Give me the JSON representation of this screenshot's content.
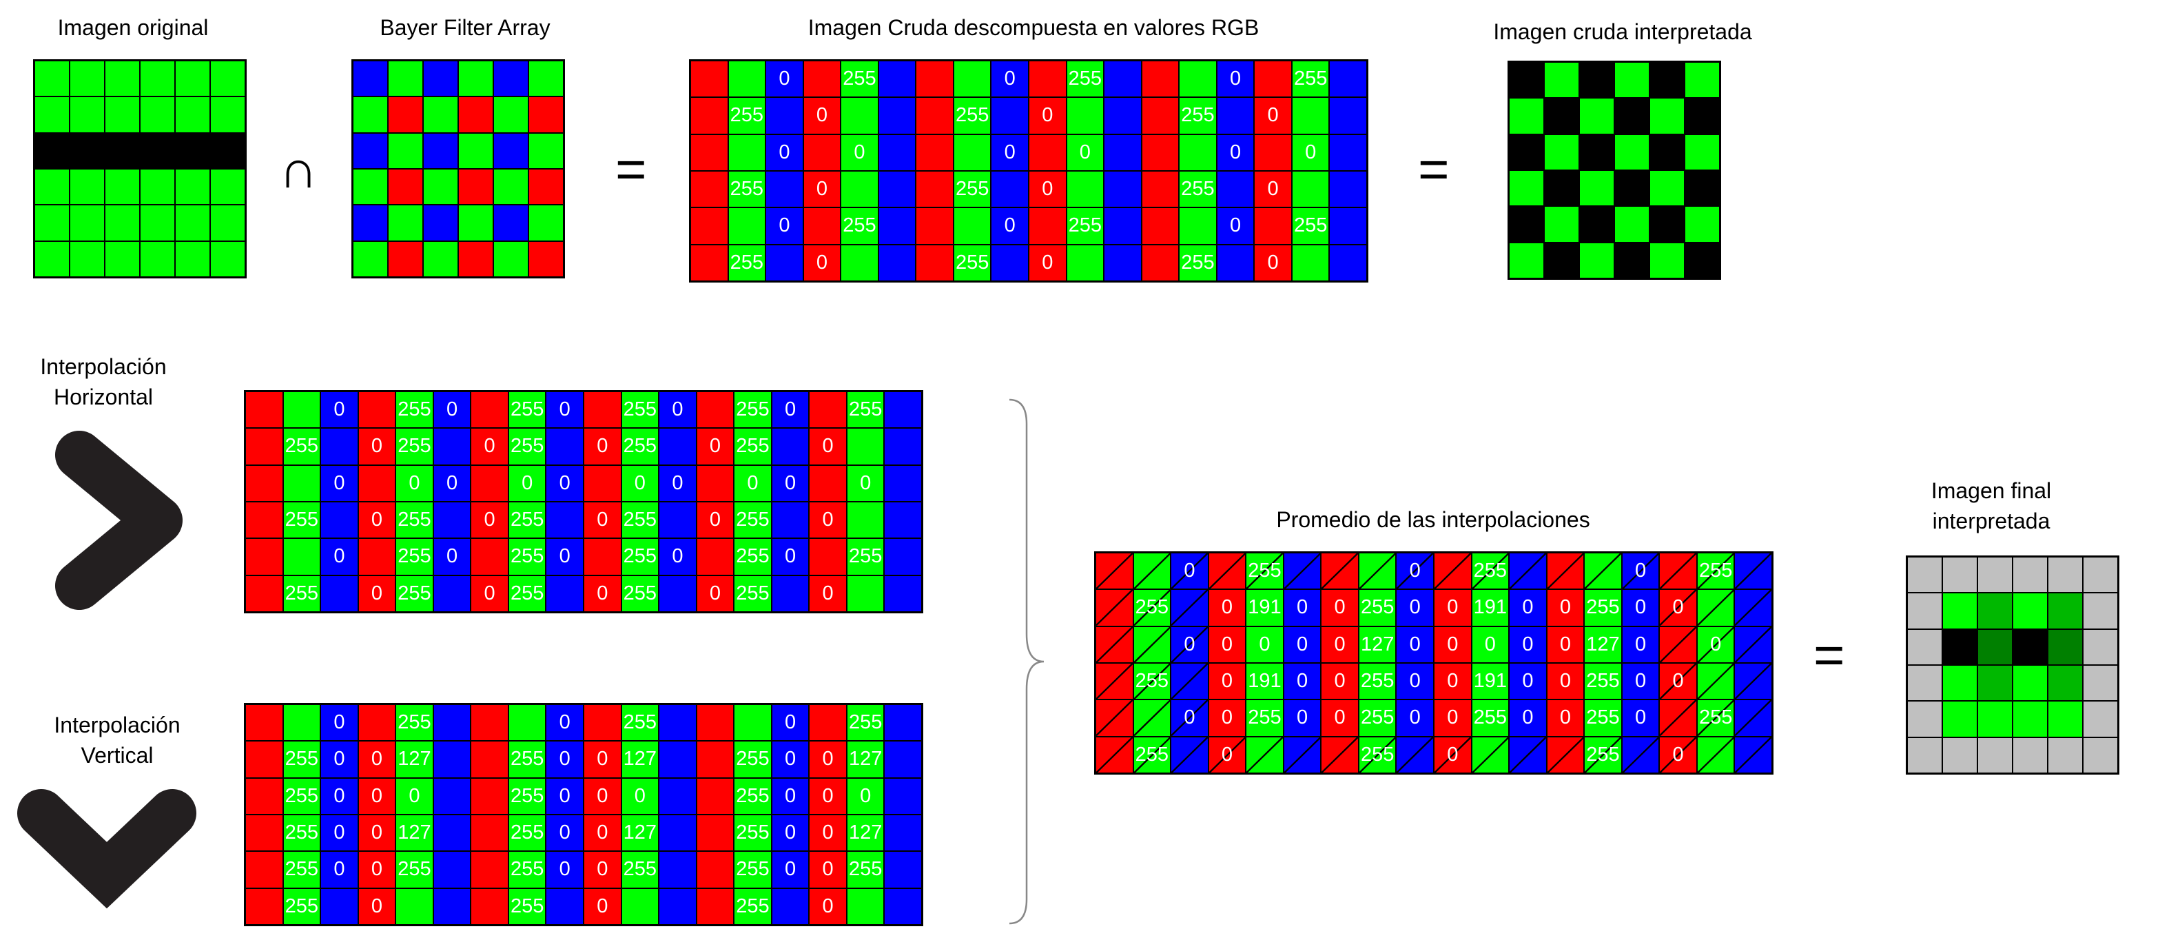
{
  "colors": {
    "R": "#ff0000",
    "G": "#00ff00",
    "B": "#0000ff",
    "K": "#000000",
    "S": "#c0c0c0",
    "g": "#00b800",
    "d": "#008000"
  },
  "titles": {
    "original": "Imagen original",
    "bayer": "Bayer Filter Array",
    "raw": "Imagen Cruda descompuesta en valores RGB",
    "raw_interp": "Imagen cruda interpretada",
    "horiz": "Interpolación\nHorizontal",
    "vert": "Interpolación\nVertical",
    "avg": "Promedio de las interpolaciones",
    "final": "Imagen final\ninterpretada"
  },
  "operators": {
    "intersect": "∩",
    "eq1": "=",
    "eq2": "=",
    "eq3": "="
  },
  "grids": {
    "original": {
      "rows": [
        [
          "G",
          "G",
          "G",
          "G",
          "G",
          "G"
        ],
        [
          "G",
          "G",
          "G",
          "G",
          "G",
          "G"
        ],
        [
          "K",
          "K",
          "K",
          "K",
          "K",
          "K"
        ],
        [
          "G",
          "G",
          "G",
          "G",
          "G",
          "G"
        ],
        [
          "G",
          "G",
          "G",
          "G",
          "G",
          "G"
        ],
        [
          "G",
          "G",
          "G",
          "G",
          "G",
          "G"
        ]
      ]
    },
    "bayer": {
      "rows": [
        [
          "B",
          "G",
          "B",
          "G",
          "B",
          "G"
        ],
        [
          "G",
          "R",
          "G",
          "R",
          "G",
          "R"
        ],
        [
          "B",
          "G",
          "B",
          "G",
          "B",
          "G"
        ],
        [
          "G",
          "R",
          "G",
          "R",
          "G",
          "R"
        ],
        [
          "B",
          "G",
          "B",
          "G",
          "B",
          "G"
        ],
        [
          "G",
          "R",
          "G",
          "R",
          "G",
          "R"
        ]
      ]
    },
    "raw": {
      "rows": [
        [
          "R",
          "G",
          "B:0",
          "R",
          "G:255",
          "B",
          "R",
          "G",
          "B:0",
          "R",
          "G:255",
          "B",
          "R",
          "G",
          "B:0",
          "R",
          "G:255",
          "B"
        ],
        [
          "R",
          "G:255",
          "B",
          "R:0",
          "G",
          "B",
          "R",
          "G:255",
          "B",
          "R:0",
          "G",
          "B",
          "R",
          "G:255",
          "B",
          "R:0",
          "G",
          "B"
        ],
        [
          "R",
          "G",
          "B:0",
          "R",
          "G:0",
          "B",
          "R",
          "G",
          "B:0",
          "R",
          "G:0",
          "B",
          "R",
          "G",
          "B:0",
          "R",
          "G:0",
          "B"
        ],
        [
          "R",
          "G:255",
          "B",
          "R:0",
          "G",
          "B",
          "R",
          "G:255",
          "B",
          "R:0",
          "G",
          "B",
          "R",
          "G:255",
          "B",
          "R:0",
          "G",
          "B"
        ],
        [
          "R",
          "G",
          "B:0",
          "R",
          "G:255",
          "B",
          "R",
          "G",
          "B:0",
          "R",
          "G:255",
          "B",
          "R",
          "G",
          "B:0",
          "R",
          "G:255",
          "B"
        ],
        [
          "R",
          "G:255",
          "B",
          "R:0",
          "G",
          "B",
          "R",
          "G:255",
          "B",
          "R:0",
          "G",
          "B",
          "R",
          "G:255",
          "B",
          "R:0",
          "G",
          "B"
        ]
      ]
    },
    "raw_interp": {
      "rows": [
        [
          "K",
          "G",
          "K",
          "G",
          "K",
          "G"
        ],
        [
          "G",
          "K",
          "G",
          "K",
          "G",
          "K"
        ],
        [
          "K",
          "G",
          "K",
          "G",
          "K",
          "G"
        ],
        [
          "G",
          "K",
          "G",
          "K",
          "G",
          "K"
        ],
        [
          "K",
          "G",
          "K",
          "G",
          "K",
          "G"
        ],
        [
          "G",
          "K",
          "G",
          "K",
          "G",
          "K"
        ]
      ]
    },
    "horiz": {
      "rows": [
        [
          "R",
          "G",
          "B:0",
          "R",
          "G:255",
          "B:0",
          "R",
          "G:255",
          "B:0",
          "R",
          "G:255",
          "B:0",
          "R",
          "G:255",
          "B:0",
          "R",
          "G:255",
          "B"
        ],
        [
          "R",
          "G:255",
          "B",
          "R:0",
          "G:255",
          "B",
          "R:0",
          "G:255",
          "B",
          "R:0",
          "G:255",
          "B",
          "R:0",
          "G:255",
          "B",
          "R:0",
          "G",
          "B"
        ],
        [
          "R",
          "G",
          "B:0",
          "R",
          "G:0",
          "B:0",
          "R",
          "G:0",
          "B:0",
          "R",
          "G:0",
          "B:0",
          "R",
          "G:0",
          "B:0",
          "R",
          "G:0",
          "B"
        ],
        [
          "R",
          "G:255",
          "B",
          "R:0",
          "G:255",
          "B",
          "R:0",
          "G:255",
          "B",
          "R:0",
          "G:255",
          "B",
          "R:0",
          "G:255",
          "B",
          "R:0",
          "G",
          "B"
        ],
        [
          "R",
          "G",
          "B:0",
          "R",
          "G:255",
          "B:0",
          "R",
          "G:255",
          "B:0",
          "R",
          "G:255",
          "B:0",
          "R",
          "G:255",
          "B:0",
          "R",
          "G:255",
          "B"
        ],
        [
          "R",
          "G:255",
          "B",
          "R:0",
          "G:255",
          "B",
          "R:0",
          "G:255",
          "B",
          "R:0",
          "G:255",
          "B",
          "R:0",
          "G:255",
          "B",
          "R:0",
          "G",
          "B"
        ]
      ]
    },
    "vert": {
      "rows": [
        [
          "R",
          "G",
          "B:0",
          "R",
          "G:255",
          "B",
          "R",
          "G",
          "B:0",
          "R",
          "G:255",
          "B",
          "R",
          "G",
          "B:0",
          "R",
          "G:255",
          "B"
        ],
        [
          "R",
          "G:255",
          "B:0",
          "R:0",
          "G:127",
          "B",
          "R",
          "G:255",
          "B:0",
          "R:0",
          "G:127",
          "B",
          "R",
          "G:255",
          "B:0",
          "R:0",
          "G:127",
          "B"
        ],
        [
          "R",
          "G:255",
          "B:0",
          "R:0",
          "G:0",
          "B",
          "R",
          "G:255",
          "B:0",
          "R:0",
          "G:0",
          "B",
          "R",
          "G:255",
          "B:0",
          "R:0",
          "G:0",
          "B"
        ],
        [
          "R",
          "G:255",
          "B:0",
          "R:0",
          "G:127",
          "B",
          "R",
          "G:255",
          "B:0",
          "R:0",
          "G:127",
          "B",
          "R",
          "G:255",
          "B:0",
          "R:0",
          "G:127",
          "B"
        ],
        [
          "R",
          "G:255",
          "B:0",
          "R:0",
          "G:255",
          "B",
          "R",
          "G:255",
          "B:0",
          "R:0",
          "G:255",
          "B",
          "R",
          "G:255",
          "B:0",
          "R:0",
          "G:255",
          "B"
        ],
        [
          "R",
          "G:255",
          "B",
          "R:0",
          "G",
          "B",
          "R",
          "G:255",
          "B",
          "R:0",
          "G",
          "B",
          "R",
          "G:255",
          "B",
          "R:0",
          "G",
          "B"
        ]
      ]
    },
    "avg": {
      "rows": [
        [
          "R/",
          "G/",
          "B/:0",
          "R/",
          "G/:255",
          "B/",
          "R/",
          "G/",
          "B/:0",
          "R/",
          "G/:255",
          "B/",
          "R/",
          "G/",
          "B/:0",
          "R/",
          "G/:255",
          "B/"
        ],
        [
          "R/",
          "G/:255",
          "B/",
          "R:0",
          "G:191",
          "B:0",
          "R:0",
          "G:255",
          "B:0",
          "R:0",
          "G:191",
          "B:0",
          "R:0",
          "G:255",
          "B:0",
          "R/:0",
          "G/",
          "B/"
        ],
        [
          "R/",
          "G/",
          "B/:0",
          "R:0",
          "G:0",
          "B:0",
          "R:0",
          "G:127",
          "B:0",
          "R:0",
          "G:0",
          "B:0",
          "R:0",
          "G:127",
          "B:0",
          "R/",
          "G/:0",
          "B/"
        ],
        [
          "R/",
          "G/:255",
          "B/",
          "R:0",
          "G:191",
          "B:0",
          "R:0",
          "G:255",
          "B:0",
          "R:0",
          "G:191",
          "B:0",
          "R:0",
          "G:255",
          "B:0",
          "R/:0",
          "G/",
          "B/"
        ],
        [
          "R/",
          "G/",
          "B/:0",
          "R:0",
          "G:255",
          "B:0",
          "R:0",
          "G:255",
          "B:0",
          "R:0",
          "G:255",
          "B:0",
          "R:0",
          "G:255",
          "B:0",
          "R/",
          "G/:255",
          "B/"
        ],
        [
          "R/",
          "G/:255",
          "B/",
          "R/:0",
          "G/",
          "B/",
          "R/",
          "G/:255",
          "B/",
          "R/:0",
          "G/",
          "B/",
          "R/",
          "G/:255",
          "B/",
          "R/:0",
          "G/",
          "B/"
        ]
      ]
    },
    "final": {
      "rows": [
        [
          "S",
          "S",
          "S",
          "S",
          "S",
          "S"
        ],
        [
          "S",
          "G",
          "g",
          "G",
          "g",
          "S"
        ],
        [
          "S",
          "K",
          "d",
          "K",
          "d",
          "S"
        ],
        [
          "S",
          "G",
          "g",
          "G",
          "g",
          "S"
        ],
        [
          "S",
          "G",
          "G",
          "G",
          "G",
          "S"
        ],
        [
          "S",
          "S",
          "S",
          "S",
          "S",
          "S"
        ]
      ]
    }
  }
}
